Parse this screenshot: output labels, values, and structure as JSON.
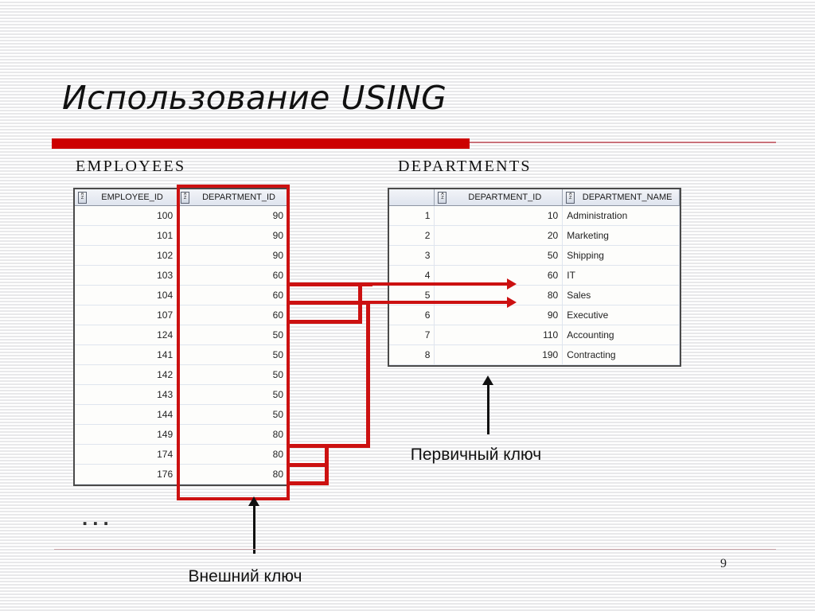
{
  "slide": {
    "title": "Использование USING",
    "page_number": "9",
    "ellipsis": "...",
    "accent_color": "#cc0000",
    "link_color": "#cc1111"
  },
  "employees": {
    "caption": "EMPLOYEES",
    "sort_icon": "sort-az-icon",
    "columns": [
      "EMPLOYEE_ID",
      "DEPARTMENT_ID"
    ],
    "rows": [
      [
        "100",
        "90"
      ],
      [
        "101",
        "90"
      ],
      [
        "102",
        "90"
      ],
      [
        "103",
        "60"
      ],
      [
        "104",
        "60"
      ],
      [
        "107",
        "60"
      ],
      [
        "124",
        "50"
      ],
      [
        "141",
        "50"
      ],
      [
        "142",
        "50"
      ],
      [
        "143",
        "50"
      ],
      [
        "144",
        "50"
      ],
      [
        "149",
        "80"
      ],
      [
        "174",
        "80"
      ],
      [
        "176",
        "80"
      ]
    ]
  },
  "departments": {
    "caption": "DEPARTMENTS",
    "sort_icon": "sort-az-icon",
    "columns": [
      "DEPARTMENT_ID",
      "DEPARTMENT_NAME"
    ],
    "rows": [
      [
        "1",
        "10",
        "Administration"
      ],
      [
        "2",
        "20",
        "Marketing"
      ],
      [
        "3",
        "50",
        "Shipping"
      ],
      [
        "4",
        "60",
        "IT"
      ],
      [
        "5",
        "80",
        "Sales"
      ],
      [
        "6",
        "90",
        "Executive"
      ],
      [
        "7",
        "110",
        "Accounting"
      ],
      [
        "8",
        "190",
        "Contracting"
      ]
    ]
  },
  "annotations": {
    "foreign_key": "Внешний ключ",
    "primary_key": "Первичный ключ"
  }
}
